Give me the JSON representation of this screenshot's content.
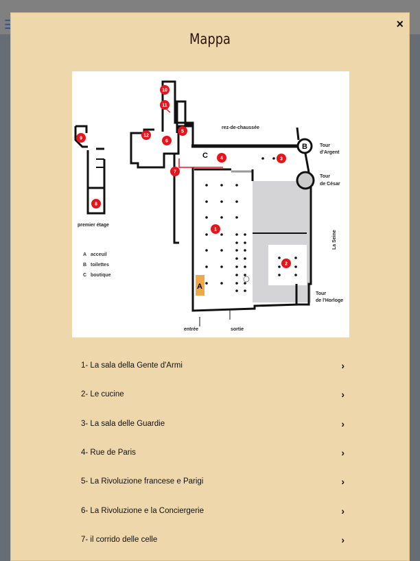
{
  "modal": {
    "title": "Mappa",
    "close_label": "×"
  },
  "map": {
    "labels": {
      "ground_floor": "rez-de-chaussée",
      "first_floor": "premier étage",
      "tour_argent_1": "Tour",
      "tour_argent_2": "d'Argent",
      "tour_cesar_1": "Tour",
      "tour_cesar_2": "de César",
      "tour_horloge_1": "Tour",
      "tour_horloge_2": "de l'Horloge",
      "river": "La Seine",
      "entrance": "entrée",
      "exit": "sortie"
    },
    "legend": [
      {
        "key": "A",
        "label": "acceuil"
      },
      {
        "key": "B",
        "label": "toilettes"
      },
      {
        "key": "C",
        "label": "boutique"
      }
    ],
    "markers": [
      "1",
      "2",
      "3",
      "4",
      "5",
      "6",
      "7",
      "8",
      "9",
      "10",
      "11",
      "12"
    ],
    "marker_color": "#e8141b",
    "accueil_color": "#f0a848"
  },
  "items": [
    {
      "label": "1- La sala della Gente d'Armi"
    },
    {
      "label": "2- Le cucine"
    },
    {
      "label": "3- La sala delle Guardie"
    },
    {
      "label": "4- Rue de Paris"
    },
    {
      "label": "5- La Rivoluzione francese e Parigi"
    },
    {
      "label": "6- La Rivoluzione e la Conciergerie"
    },
    {
      "label": "7- il corrido delle celle"
    }
  ],
  "chevron": "›"
}
